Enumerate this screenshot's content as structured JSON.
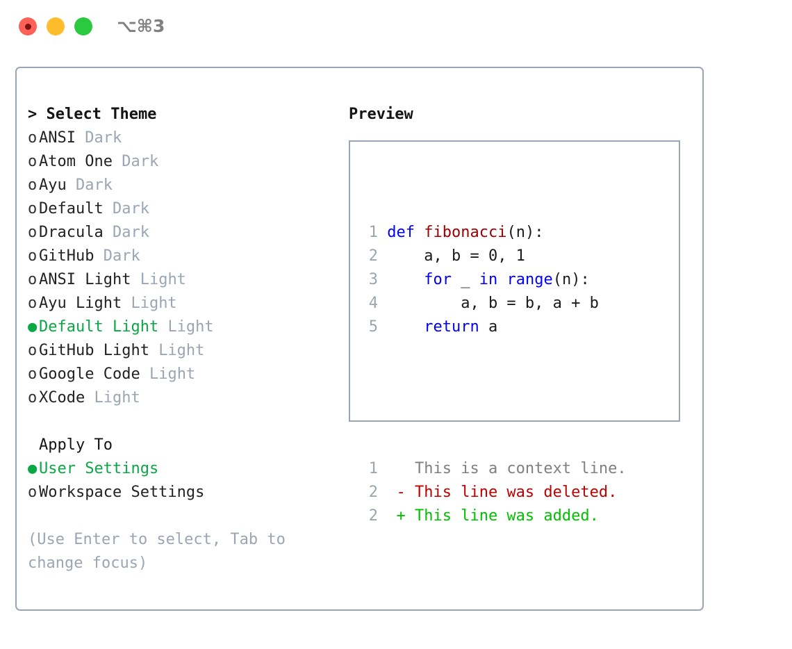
{
  "titlebar": {
    "shortcut": "⌥⌘3",
    "buttons": [
      {
        "name": "close",
        "color": "#ff6159"
      },
      {
        "name": "minimize",
        "color": "#ffbd2e"
      },
      {
        "name": "maximize",
        "color": "#2ac940"
      }
    ]
  },
  "theme_picker": {
    "header": "> Select Theme",
    "items": [
      {
        "marker": "o",
        "name": "ANSI",
        "variant": "Dark",
        "selected": false
      },
      {
        "marker": "o",
        "name": "Atom One",
        "variant": "Dark",
        "selected": false
      },
      {
        "marker": "o",
        "name": "Ayu",
        "variant": "Dark",
        "selected": false
      },
      {
        "marker": "o",
        "name": "Default",
        "variant": "Dark",
        "selected": false
      },
      {
        "marker": "o",
        "name": "Dracula",
        "variant": "Dark",
        "selected": false
      },
      {
        "marker": "o",
        "name": "GitHub",
        "variant": "Dark",
        "selected": false
      },
      {
        "marker": "o",
        "name": "ANSI Light",
        "variant": "Light",
        "selected": false
      },
      {
        "marker": "o",
        "name": "Ayu Light",
        "variant": "Light",
        "selected": false
      },
      {
        "marker": "●",
        "name": "Default Light",
        "variant": "Light",
        "selected": true
      },
      {
        "marker": "o",
        "name": "GitHub Light",
        "variant": "Light",
        "selected": false
      },
      {
        "marker": "o",
        "name": "Google Code",
        "variant": "Light",
        "selected": false
      },
      {
        "marker": "o",
        "name": "XCode",
        "variant": "Light",
        "selected": false
      }
    ]
  },
  "apply_to": {
    "header": "Apply To",
    "items": [
      {
        "marker": "●",
        "name": "User Settings",
        "selected": true
      },
      {
        "marker": "o",
        "name": "Workspace Settings",
        "selected": false
      }
    ]
  },
  "hint": "(Use Enter to select, Tab to change focus)",
  "preview": {
    "title": "Preview",
    "code_lines": [
      {
        "num": "1",
        "tokens": [
          {
            "t": "def ",
            "c": "kw"
          },
          {
            "t": "fibonacci",
            "c": "fn"
          },
          {
            "t": "(n):",
            "c": "plain"
          }
        ]
      },
      {
        "num": "2",
        "tokens": [
          {
            "t": "    a, b = 0, 1",
            "c": "plain"
          }
        ]
      },
      {
        "num": "3",
        "tokens": [
          {
            "t": "    ",
            "c": "plain"
          },
          {
            "t": "for",
            "c": "kw"
          },
          {
            "t": " _ ",
            "c": "plain"
          },
          {
            "t": "in",
            "c": "kw"
          },
          {
            "t": " ",
            "c": "plain"
          },
          {
            "t": "range",
            "c": "kw"
          },
          {
            "t": "(n):",
            "c": "plain"
          }
        ]
      },
      {
        "num": "4",
        "tokens": [
          {
            "t": "        a, b = b, a + b",
            "c": "plain"
          }
        ]
      },
      {
        "num": "5",
        "tokens": [
          {
            "t": "    ",
            "c": "plain"
          },
          {
            "t": "return",
            "c": "kw"
          },
          {
            "t": " a",
            "c": "plain"
          }
        ]
      }
    ],
    "diff_lines": [
      {
        "num": "1",
        "sign": "  ",
        "text": "This is a context line.",
        "kind": "ctx"
      },
      {
        "num": "2",
        "sign": "- ",
        "text": "This line was deleted.",
        "kind": "del"
      },
      {
        "num": "2",
        "sign": "+ ",
        "text": "This line was added.",
        "kind": "add"
      }
    ]
  },
  "colors": {
    "accent_green": "#0aa844",
    "border": "#9aa5b5",
    "muted": "#9ba5b4",
    "keyword": "#0000ff",
    "function": "#a00000",
    "diff_removed": "#c00000",
    "diff_added": "#00c000",
    "diff_context": "#808080"
  }
}
